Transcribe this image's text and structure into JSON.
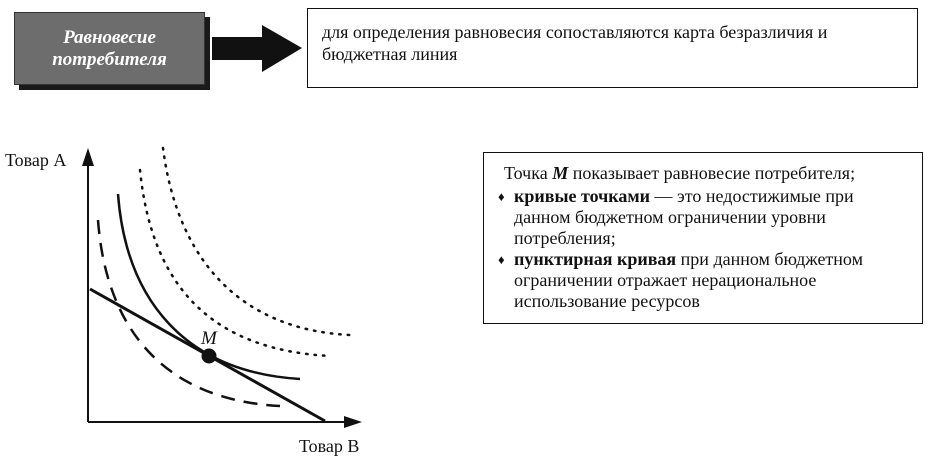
{
  "term": {
    "label": "Равновесие\nпотребителя"
  },
  "definition": {
    "text": "для определения равновесия сопоставляются карта безразличия и бюджетная линия"
  },
  "chart": {
    "y_axis_label": "Товар А",
    "x_axis_label": "Товар В",
    "point_label": "M"
  },
  "notes": {
    "lead_prefix": "Точка ",
    "lead_point": "M",
    "lead_suffix": " показывает равновесие потребителя;",
    "items": [
      {
        "bullet": "♦",
        "bold": "кривые точками",
        "rest": " — это недостижимые при данном бюджетном ограничении уровни потребления;"
      },
      {
        "bullet": "♦",
        "bold": "пунктирная кривая",
        "rest": " при данном бюджетном ограничении отражает нерациональное использование ресурсов"
      }
    ]
  }
}
